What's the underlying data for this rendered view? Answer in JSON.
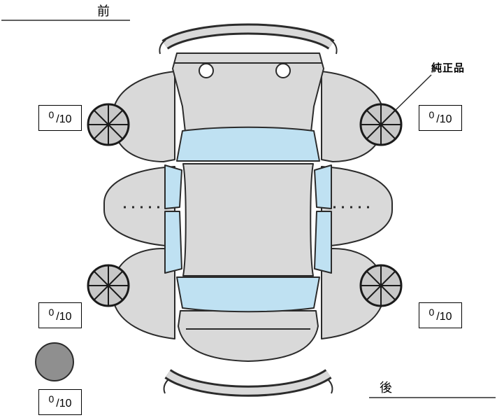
{
  "labels": {
    "front": "前",
    "rear": "後",
    "genuine_part": "純正品"
  },
  "tires": {
    "front_left": {
      "value": "0",
      "max": "/10"
    },
    "front_right": {
      "value": "0",
      "max": "/10"
    },
    "rear_left": {
      "value": "0",
      "max": "/10"
    },
    "rear_right": {
      "value": "0",
      "max": "/10"
    },
    "spare": {
      "value": "0",
      "max": "/10"
    }
  },
  "colors": {
    "body": "#d9d9d9",
    "glass": "#bfe1f2",
    "wheel": "#c8c8c8",
    "spare_tire": "#8f8f8f",
    "outline": "#2b2b2b",
    "background": "#ffffff"
  }
}
